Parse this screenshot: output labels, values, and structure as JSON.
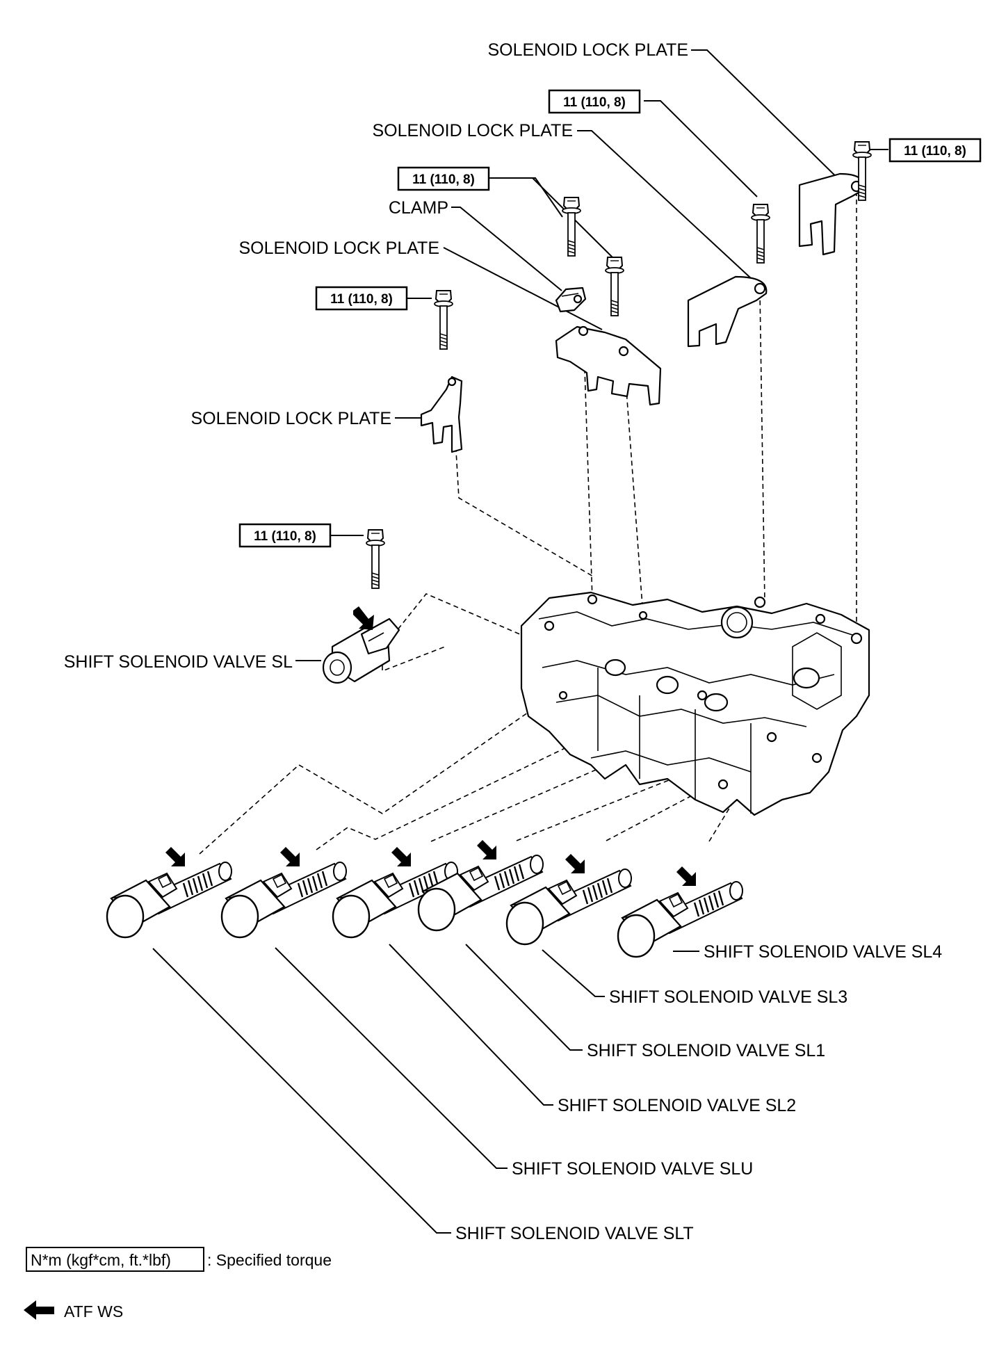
{
  "labels": {
    "lock_plate_1": "SOLENOID LOCK PLATE",
    "lock_plate_2": "SOLENOID LOCK PLATE",
    "clamp": "CLAMP",
    "lock_plate_3": "SOLENOID LOCK PLATE",
    "lock_plate_4": "SOLENOID LOCK PLATE",
    "valve_sl": "SHIFT SOLENOID VALVE SL",
    "valve_sl4": "SHIFT SOLENOID VALVE SL4",
    "valve_sl3": "SHIFT SOLENOID VALVE SL3",
    "valve_sl1": "SHIFT SOLENOID VALVE SL1",
    "valve_sl2": "SHIFT SOLENOID VALVE SL2",
    "valve_slu": "SHIFT SOLENOID VALVE SLU",
    "valve_slt": "SHIFT SOLENOID VALVE SLT"
  },
  "torques": {
    "t1": "11 (110, 8)",
    "t2": "11 (110, 8)",
    "t3": "11 (110, 8)",
    "t4": "11 (110, 8)",
    "t5": "11 (110, 8)"
  },
  "legend": {
    "torque_key": "N*m (kgf*cm, ft.*lbf)",
    "torque_desc": ": Specified torque",
    "atf": "ATF WS"
  },
  "icons": [
    "bolt-icon",
    "solenoid-valve-icon",
    "lock-plate-icon",
    "clamp-icon",
    "valve-body-icon",
    "atf-arrow-icon"
  ]
}
